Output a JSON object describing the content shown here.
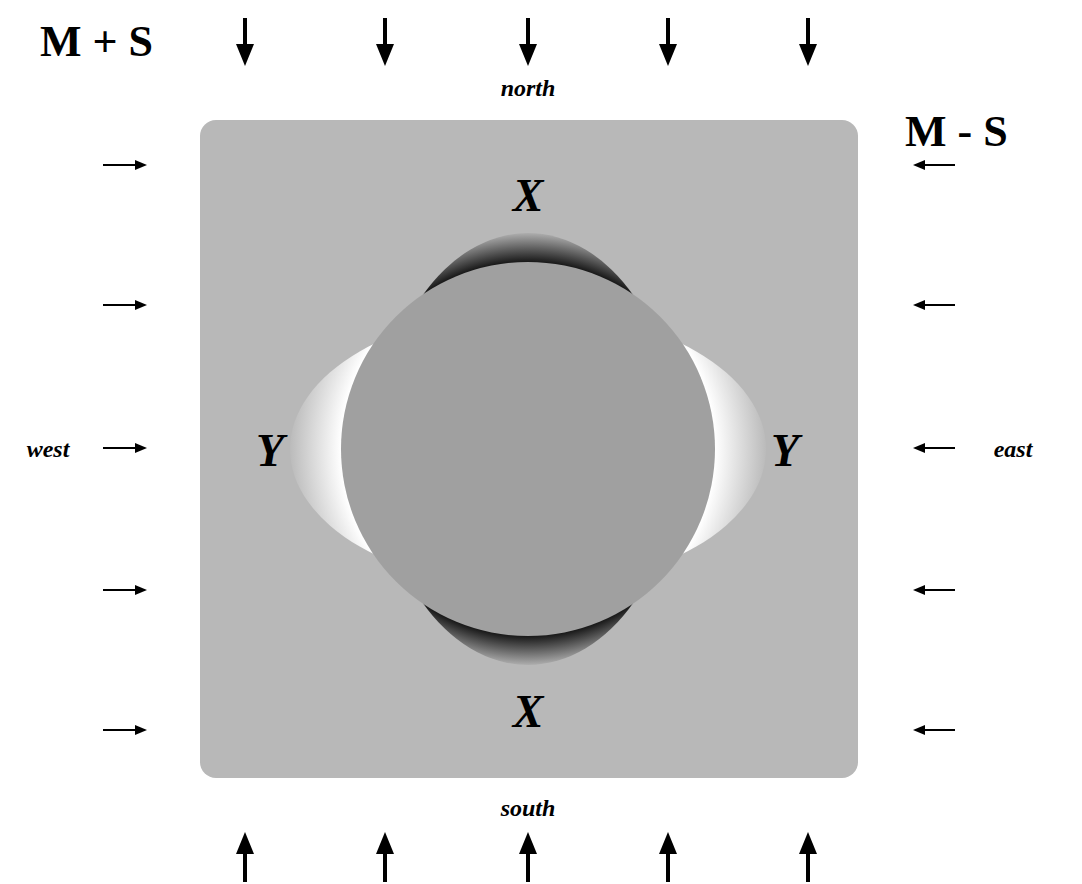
{
  "diagram": {
    "labels": [
      "M + S",
      "north",
      "M - S",
      "X",
      "west",
      "Y",
      "Y",
      "east",
      "X",
      "south"
    ]
  }
}
